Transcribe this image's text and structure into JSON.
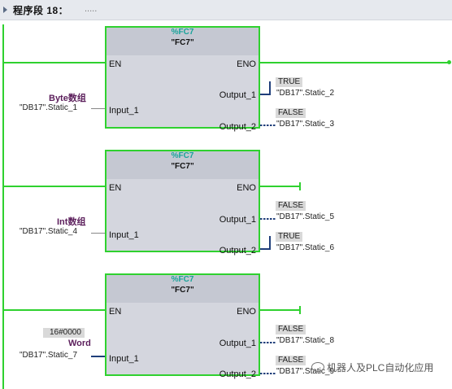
{
  "network": {
    "title": "程序段 18：",
    "comment": "....."
  },
  "blocks": [
    {
      "id": "%FC7",
      "name": "\"FC7\"",
      "en": "EN",
      "eno": "ENO",
      "input": "Input_1",
      "out1": "Output_1",
      "out2": "Output_2",
      "input_type": "Byte数组",
      "input_tag": "\"DB17\".Static_1",
      "out1_value": "TRUE",
      "out1_tag": "\"DB17\".Static_2",
      "out2_value": "FALSE",
      "out2_tag": "\"DB17\".Static_3"
    },
    {
      "id": "%FC7",
      "name": "\"FC7\"",
      "en": "EN",
      "eno": "ENO",
      "input": "Input_1",
      "out1": "Output_1",
      "out2": "Output_2",
      "input_type": "Int数组",
      "input_tag": "\"DB17\".Static_4",
      "out1_value": "FALSE",
      "out1_tag": "\"DB17\".Static_5",
      "out2_value": "TRUE",
      "out2_tag": "\"DB17\".Static_6"
    },
    {
      "id": "%FC7",
      "name": "\"FC7\"",
      "en": "EN",
      "eno": "ENO",
      "input": "Input_1",
      "out1": "Output_1",
      "out2": "Output_2",
      "input_value": "16#0000",
      "input_type": "Word",
      "input_tag": "\"DB17\".Static_7",
      "out1_value": "FALSE",
      "out1_tag": "\"DB17\".Static_8",
      "out2_value": "FALSE",
      "out2_tag": "\"DB17\".Static_9"
    }
  ],
  "watermark": "机器人及PLC自动化应用",
  "colors": {
    "wire": "#2fd12f",
    "block_border": "#2fd12f",
    "block_fill": "#d4d6de",
    "type_label": "#5b1e5b",
    "block_id": "#1aa39a"
  }
}
